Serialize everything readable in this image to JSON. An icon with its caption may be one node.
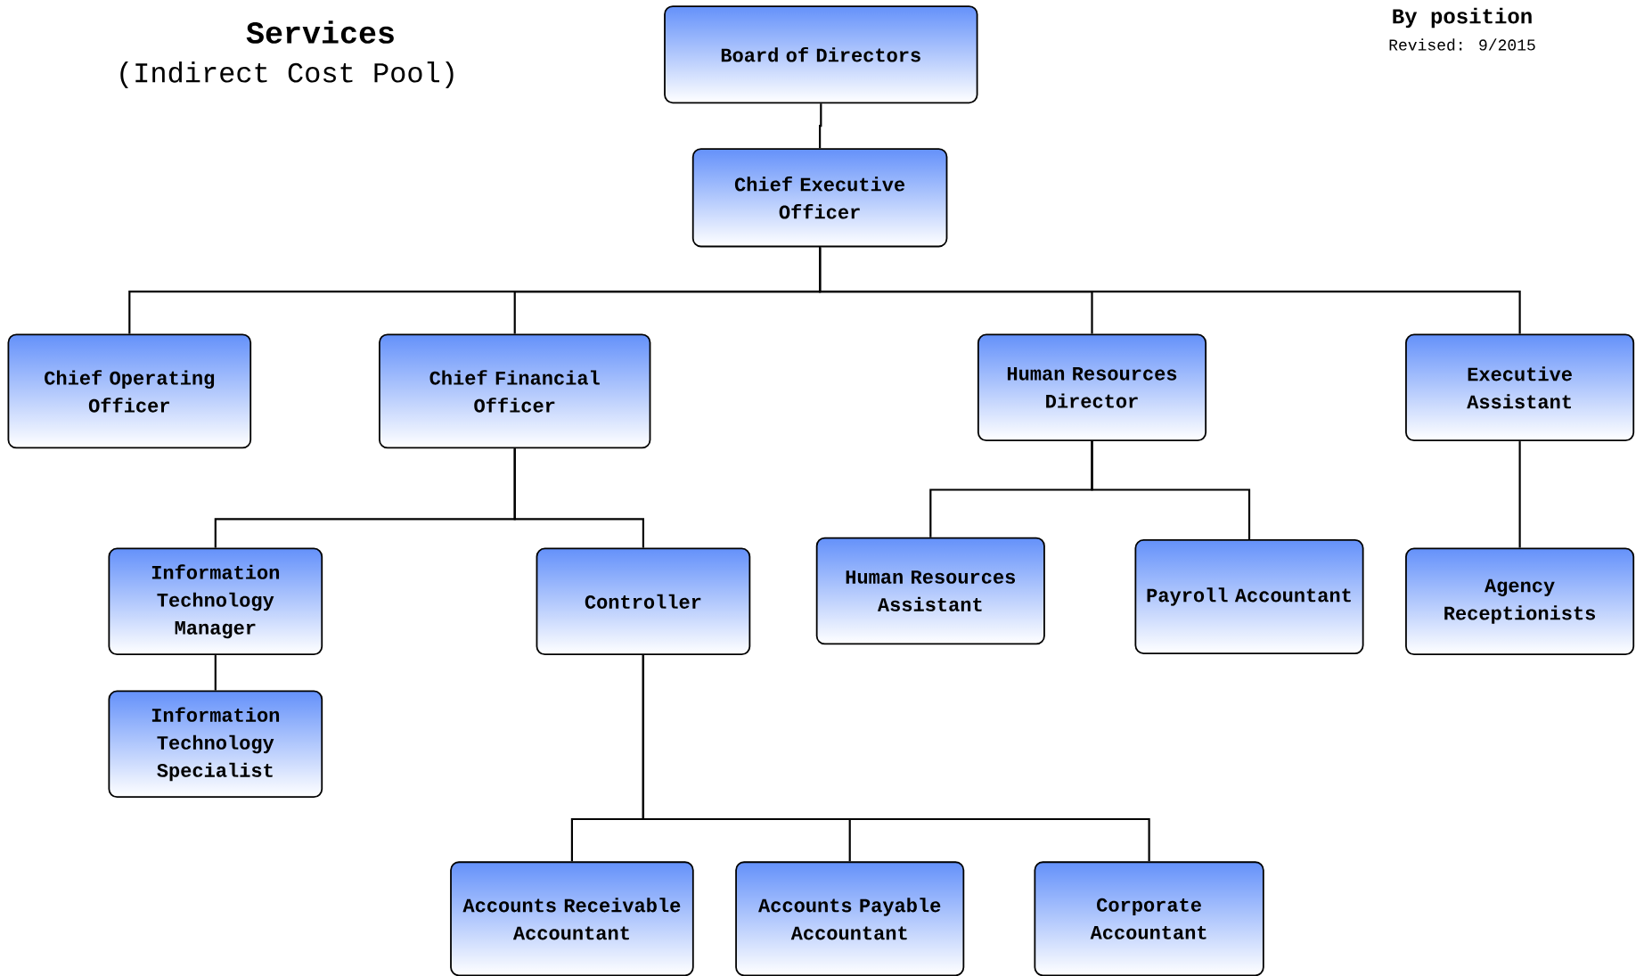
{
  "diagram": {
    "title": "Services",
    "nodes": [
      {
        "text": [
          "Board of Directors"
        ]
      },
      {
        "text": [
          "Chief Executive Officer"
        ]
      },
      {
        "text": [
          "Chief Operating Officer"
        ]
      },
      {
        "text": [
          "Chief Financial Officer"
        ]
      },
      {
        "text": [
          "Human Resources Director"
        ]
      },
      {
        "text": [
          "Executive Assistant"
        ]
      },
      {
        "text": [
          "Information Technology Manager"
        ]
      },
      {
        "text": [
          "Controller"
        ]
      },
      {
        "text": [
          "Human Resources Assistant"
        ]
      },
      {
        "text": [
          "Payroll Accountant"
        ]
      },
      {
        "text": [
          "Agency Receptionists"
        ]
      },
      {
        "text": [
          "Information Technology Specialist"
        ]
      },
      {
        "text": [
          "Accounts Receivable Accountant"
        ]
      },
      {
        "text": [
          "Accounts Payable Accountant"
        ]
      },
      {
        "text": [
          "Corporate Accountant"
        ]
      }
    ],
    "edges": [
      {
        "from": 0,
        "to": 1,
        "arrow": "none"
      },
      {
        "from": 1,
        "to": 2,
        "arrow": "none"
      },
      {
        "from": 1,
        "to": 3,
        "arrow": "none"
      },
      {
        "from": 1,
        "to": 4,
        "arrow": "none"
      },
      {
        "from": 1,
        "to": 5,
        "arrow": "none"
      },
      {
        "from": 3,
        "to": 6,
        "arrow": "none"
      },
      {
        "from": 3,
        "to": 7,
        "arrow": "none"
      },
      {
        "from": 4,
        "to": 8,
        "arrow": "none"
      },
      {
        "from": 4,
        "to": 9,
        "arrow": "none"
      },
      {
        "from": 5,
        "to": 10,
        "arrow": "none"
      },
      {
        "from": 6,
        "to": 11,
        "arrow": "none"
      },
      {
        "from": 7,
        "to": 12,
        "arrow": "none"
      },
      {
        "from": 7,
        "to": 13,
        "arrow": "none"
      },
      {
        "from": 7,
        "to": 14,
        "arrow": "none"
      }
    ],
    "labels": [
      "(Indirect Cost Pool)",
      "By position",
      "Revised: 9/2015"
    ]
  }
}
